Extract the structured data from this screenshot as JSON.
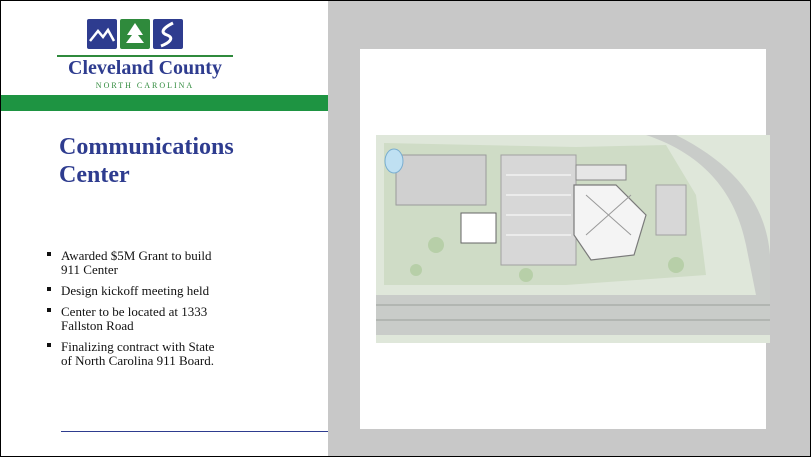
{
  "logo": {
    "name": "Cleveland County",
    "subtitle": "NORTH CAROLINA",
    "tile_colors": [
      "#2e3c8f",
      "#2f8a3c",
      "#2e3c8f"
    ],
    "icons": [
      "mountain-icon",
      "tree-icon",
      "road-icon"
    ]
  },
  "slide": {
    "title_line1": "Communications",
    "title_line2": "Center",
    "bullets": [
      {
        "line1": "Awarded  $5M Grant to build",
        "line2": "911 Center"
      },
      {
        "line1": "Design kickoff meeting held",
        "line2": ""
      },
      {
        "line1": "Center to be located at 1333",
        "line2": "Fallston Road"
      },
      {
        "line1": "Finalizing contract  with State",
        "line2": "of North Carolina 911 Board."
      }
    ]
  },
  "colors": {
    "accent_blue": "#2e3c8f",
    "accent_green": "#1e9442",
    "panel_gray": "#c8c8c8"
  }
}
